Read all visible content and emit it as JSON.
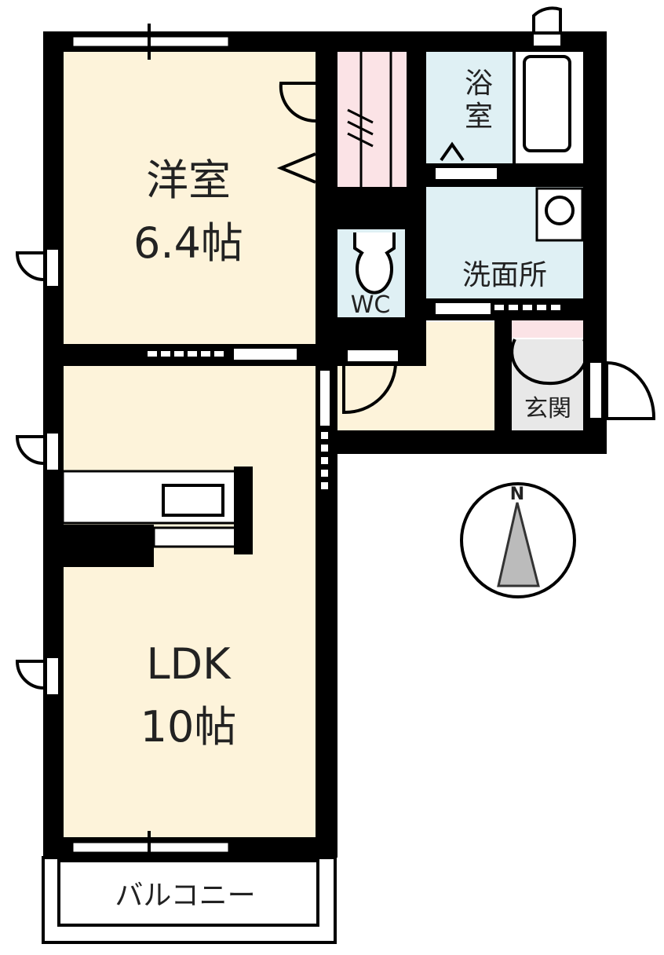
{
  "floorplan": {
    "colors": {
      "wall": "#000000",
      "living": "#fdf3da",
      "wet": "#dff0f4",
      "storage": "#fbe3e6",
      "entrance": "#e8e8e8",
      "balcony": "#ffffff"
    },
    "rooms": {
      "western_room": {
        "name": "洋室",
        "size": "6.4帖"
      },
      "ldk": {
        "name": "LDK",
        "size": "10帖"
      },
      "bathroom": {
        "name_line1": "浴",
        "name_line2": "室"
      },
      "washroom": {
        "name": "洗面所"
      },
      "toilet": {
        "name": "WC"
      },
      "entrance": {
        "name": "玄関"
      },
      "balcony": {
        "name": "バルコニー"
      }
    },
    "compass": {
      "label": "N"
    }
  }
}
